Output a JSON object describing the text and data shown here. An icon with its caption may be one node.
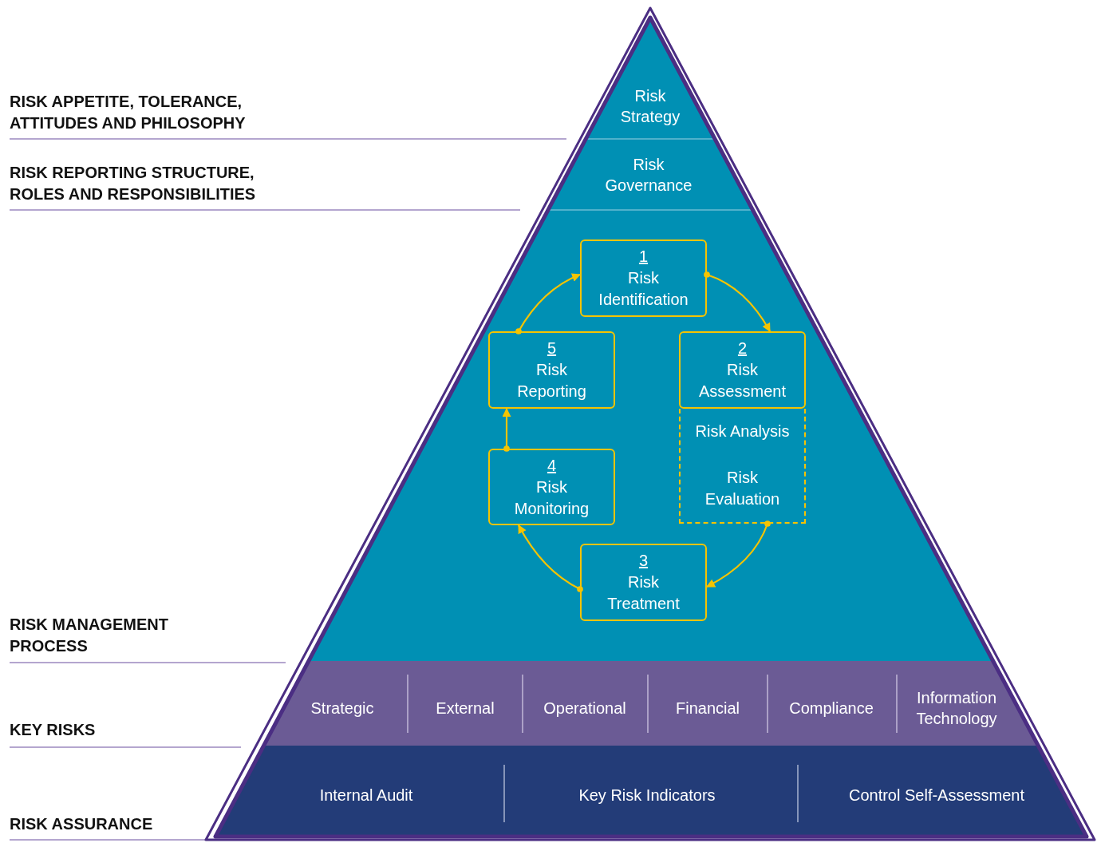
{
  "diagram": {
    "nodes": [
      {
        "text": [
          "Risk Strategy"
        ]
      },
      {
        "text": [
          "Risk Governance"
        ]
      },
      {
        "text": [
          "1",
          "Risk Identification"
        ]
      },
      {
        "text": [
          "5",
          "Risk Reporting"
        ]
      },
      {
        "text": [
          "2",
          "Risk Assessment"
        ]
      },
      {
        "text": [
          "Risk Analysis",
          "Risk Evaluation"
        ]
      },
      {
        "text": [
          "4",
          "Risk Monitoring"
        ]
      },
      {
        "text": [
          "3",
          "Risk Treatment"
        ]
      }
    ],
    "edges": [
      {
        "from": 2,
        "to": 4,
        "arrow": "to"
      },
      {
        "from": 5,
        "to": 7,
        "arrow": "to"
      },
      {
        "from": 7,
        "to": 6,
        "arrow": "to"
      },
      {
        "from": 6,
        "to": 3,
        "arrow": "to"
      },
      {
        "from": 3,
        "to": 2,
        "arrow": "to"
      }
    ],
    "labels": [
      "RISK APPETITE, TOLERANCE, ATTITUDES AND PHILOSOPHY",
      "RISK REPORTING STRUCTURE, ROLES AND RESPONSIBILITIES",
      "RISK MANAGEMENT PROCESS",
      "Strategic",
      "External",
      "Operational",
      "Financial",
      "Compliance",
      "Information Technology",
      "KEY RISKS",
      "Internal Audit",
      "Key Risk Indicators",
      "Control Self-Assessment",
      "RISK ASSURANCE"
    ]
  }
}
